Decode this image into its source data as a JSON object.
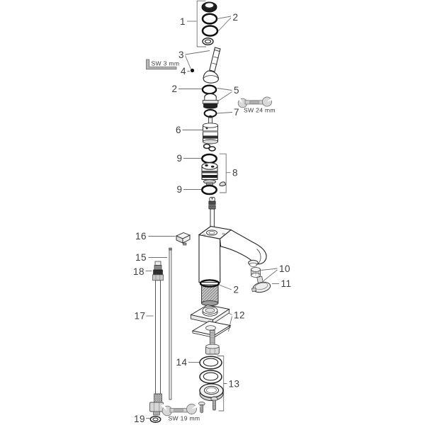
{
  "figure": {
    "callouts": {
      "c1": "1",
      "c2_top": "2",
      "c3": "3",
      "c4": "4",
      "c2_mid": "2",
      "c5": "5",
      "c7": "7",
      "c6": "6",
      "c9_top": "9",
      "c8": "8",
      "c9_bottom": "9",
      "c16": "16",
      "c15": "15",
      "c18": "18",
      "c10": "10",
      "c11": "11",
      "c2_shank": "2",
      "c17": "17",
      "c12": "12",
      "c14": "14",
      "c13": "13",
      "c19": "19"
    },
    "tools": {
      "hex_key": {
        "label": "SW 3 mm"
      },
      "wrench_24": {
        "label": "SW 24 mm"
      },
      "wrench_19": {
        "label": "SW 19 mm"
      }
    }
  }
}
